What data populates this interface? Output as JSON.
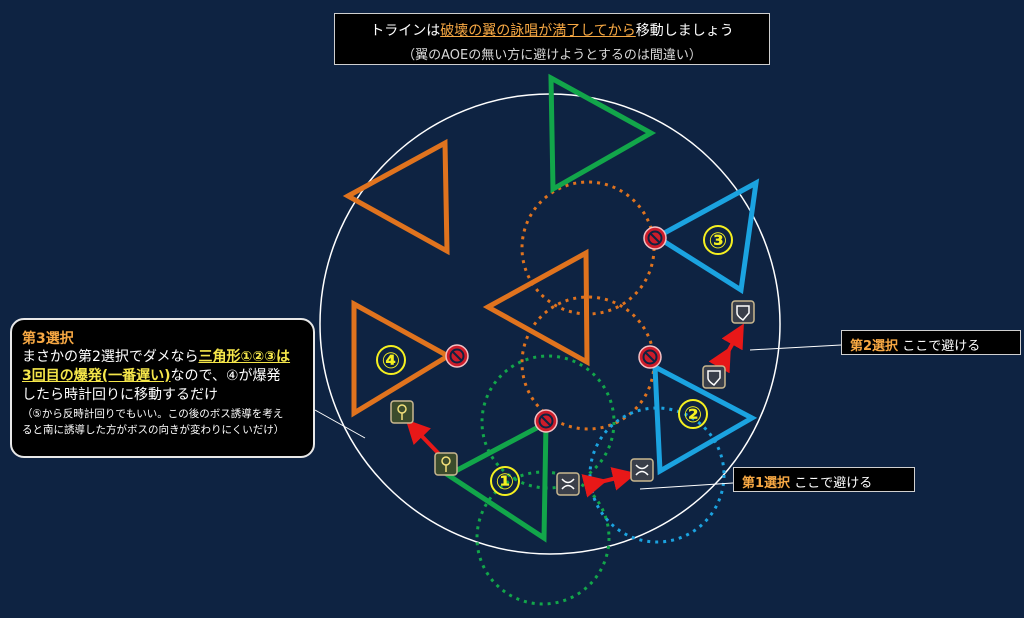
{
  "title": {
    "line1_pre": "トラインは",
    "line1_highlight": "破壊の翼の詠唱が満了してから",
    "line1_post": "移動しましょう",
    "line2": "（翼のAOEの無い方に避けようとするのは間違い）"
  },
  "callout_third": {
    "heading": "第3選択",
    "line1_pre": "まさかの第2選択でダメなら",
    "line1_highlight": "三角形①②③は",
    "line2_highlight": "3回目の爆発(一番遅い)",
    "line2_post": "なので、④が爆発",
    "line3": "したら時計回りに移動するだけ",
    "note1": "（⑤から反時計回りでもいい。この後のボス誘導を考え",
    "note2": "ると南に誘導した方がボスの向きが変わりにくいだけ）"
  },
  "callout_second": {
    "lead": "第2選択",
    "text": "ここで避ける"
  },
  "callout_first": {
    "lead": "第1選択",
    "text": "ここで避ける"
  },
  "markers": {
    "one": "①",
    "two": "②",
    "three": "③",
    "four": "④"
  },
  "colors": {
    "background": "#0e2342",
    "arena_border": "#ffffff",
    "orange": "#e0731e",
    "green": "#12a64a",
    "blue": "#1ba3e0",
    "number_yellow": "#f5f020",
    "forbidden_red": "#cc1c2a",
    "arrow_red": "#e81818",
    "accent_orange_text": "#f7a843"
  },
  "icons": [
    "forbidden-icon",
    "healer-job-icon",
    "tank-shield-icon",
    "dps-icon",
    "double-arrow-icon"
  ]
}
